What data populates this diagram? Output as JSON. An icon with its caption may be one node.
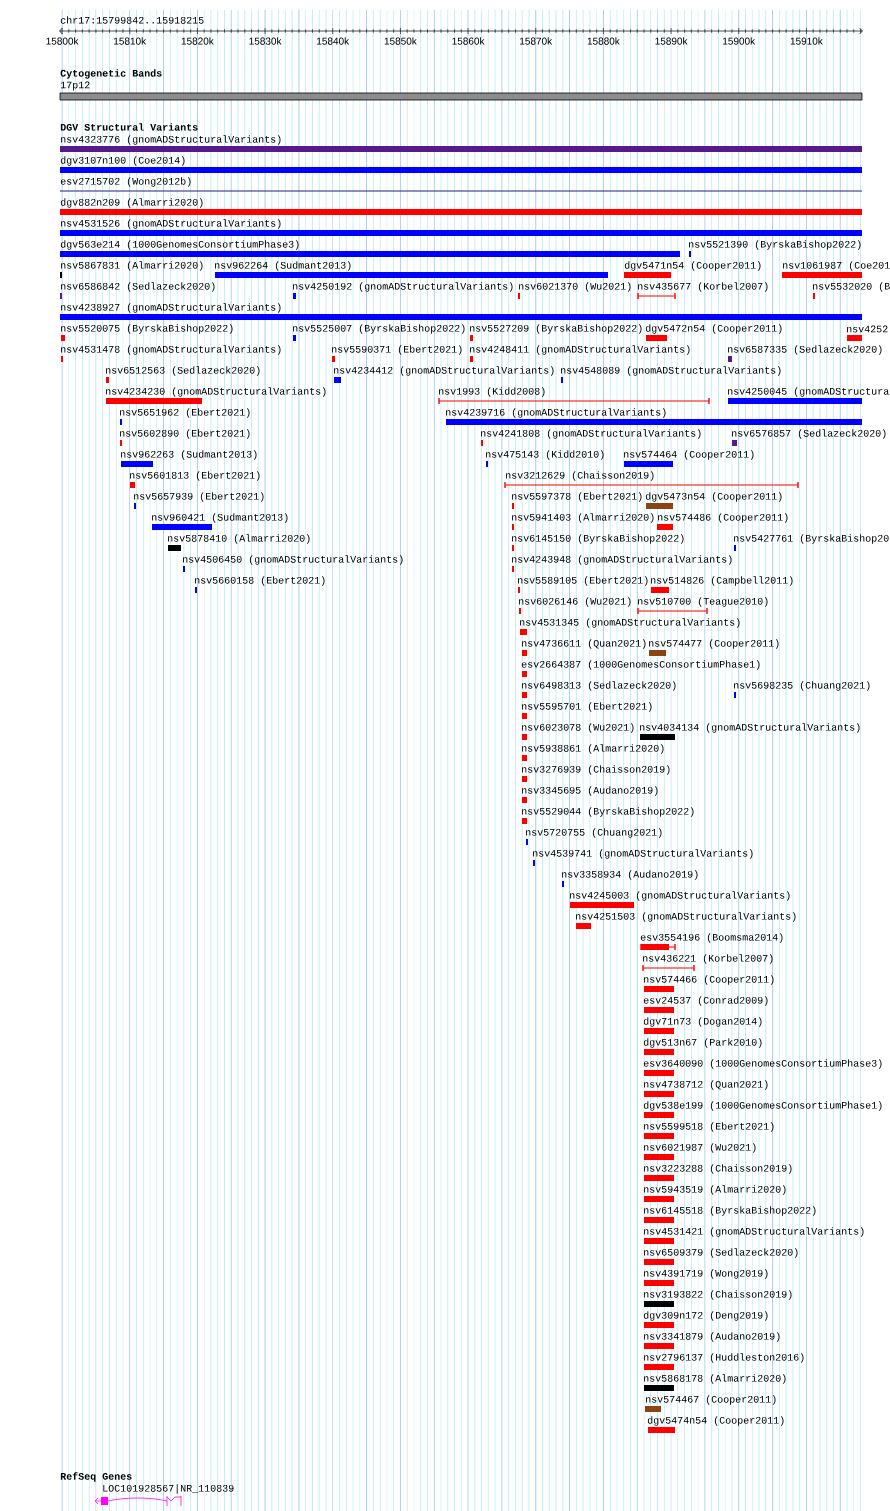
{
  "diagram": {
    "labels": [
      "chr17:15799842..15918215",
      "15800k",
      "15810k",
      "15820k",
      "15830k",
      "15840k",
      "15850k",
      "15860k",
      "15870k",
      "15880k",
      "15890k",
      "15900k",
      "15910k",
      "Cytogenetic Bands",
      "17p12",
      "DGV Structural Variants",
      "nsv4323776 (gnomADStructuralVariants)",
      "dgv3107n100 (Coe2014)",
      "esv2715702 (Wong2012b)",
      "dgv882n209 (Almarri2020)",
      "nsv4531526 (gnomADStructuralVariants)",
      "dgv563e214 (1000GenomesConsortiumPhase3)",
      "nsv5521390 (ByrskaBishop2022)",
      "nsv5867831 (Almarri2020)",
      "nsv962264 (Sudmant2013)",
      "dgv5471n54 (Cooper2011)",
      "nsv1061987 (Coe201",
      "nsv6586842 (Sedlazeck2020)",
      "nsv4250192 (gnomADStructuralVariants)",
      "nsv6021370 (Wu2021)",
      "nsv435677 (Korbel2007)",
      "nsv5532020 (B",
      "nsv4238927 (gnomADStructuralVariants)",
      "nsv5520075 (ByrskaBishop2022)",
      "nsv5525007 (ByrskaBishop2022)",
      "nsv5527209 (ByrskaBishop2022)",
      "dgv5472n54 (Cooper2011)",
      "nsv4252",
      "nsv4531478 (gnomADStructuralVariants)",
      "nsv5590371 (Ebert2021)",
      "nsv4248411 (gnomADStructuralVariants)",
      "nsv6587335 (Sedlazeck2020)",
      "nsv6512563 (Sedlazeck2020)",
      "nsv4234412 (gnomADStructuralVariants)",
      "nsv4548089 (gnomADStructuralVariants)",
      "nsv4234230 (gnomADStructuralVariants)",
      "nsv1993 (Kidd2008)",
      "nsv4250045 (gnomADStructura",
      "nsv5651962 (Ebert2021)",
      "nsv4239716 (gnomADStructuralVariants)",
      "nsv5602890 (Ebert2021)",
      "nsv4241808 (gnomADStructuralVariants)",
      "nsv6576857 (Sedlazeck2020)",
      "nsv962263 (Sudmant2013)",
      "nsv475143 (Kidd2010)",
      "nsv574464 (Cooper2011)",
      "nsv5601813 (Ebert2021)",
      "nsv3212629 (Chaisson2019)",
      "nsv5657939 (Ebert2021)",
      "nsv5597378 (Ebert2021)",
      "dgv5473n54 (Cooper2011)",
      "nsv960421 (Sudmant2013)",
      "nsv5941403 (Almarri2020)",
      "nsv574486 (Cooper2011)",
      "nsv5878410 (Almarri2020)",
      "nsv6145150 (ByrskaBishop2022)",
      "nsv5427761 (ByrskaBishop20",
      "nsv4506450 (gnomADStructuralVariants)",
      "nsv4243948 (gnomADStructuralVariants)",
      "nsv5660158 (Ebert2021)",
      "nsv5589105 (Ebert2021)",
      "nsv514826 (Campbell2011)",
      "nsv6026146 (Wu2021)",
      "nsv510700 (Teague2010)",
      "nsv4531345 (gnomADStructuralVariants)",
      "nsv4736611 (Quan2021)",
      "nsv574477 (Cooper2011)",
      "esv2664387 (1000GenomesConsortiumPhase1)",
      "nsv6498313 (Sedlazeck2020)",
      "nsv5698235 (Chuang2021)",
      "nsv5595701 (Ebert2021)",
      "nsv6023078 (Wu2021)",
      "nsv4034134 (gnomADStructuralVariants)",
      "nsv5938861 (Almarri2020)",
      "nsv3276939 (Chaisson2019)",
      "nsv3345695 (Audano2019)",
      "nsv5529044 (ByrskaBishop2022)",
      "nsv5720755 (Chuang2021)",
      "nsv4539741 (gnomADStructuralVariants)",
      "nsv3358934 (Audano2019)",
      "nsv4245003 (gnomADStructuralVariants)",
      "nsv4251503 (gnomADStructuralVariants)",
      "esv3554196 (Boomsma2014)",
      "nsv436221 (Korbel2007)",
      "nsv574466 (Cooper2011)",
      "esv24537 (Conrad2009)",
      "dgv71n73 (Dogan2014)",
      "dgv513n67 (Park2010)",
      "esv3640090 (1000GenomesConsortiumPhase3)",
      "nsv4738712 (Quan2021)",
      "dgv538e199 (1000GenomesConsortiumPhase1)",
      "nsv5599518 (Ebert2021)",
      "nsv6021987 (Wu2021)",
      "nsv3223288 (Chaisson2019)",
      "nsv5943519 (Almarri2020)",
      "nsv6145518 (ByrskaBishop2022)",
      "nsv4531421 (gnomADStructuralVariants)",
      "nsv6509379 (Sedlazeck2020)",
      "nsv4391719 (Wong2019)",
      "nsv3193822 (Chaisson2019)",
      "dgv309n172 (Deng2019)",
      "nsv3341879 (Audano2019)",
      "nsv2796137 (Huddleston2016)",
      "nsv5868178 (Almarri2020)",
      "nsv574467 (Cooper2011)",
      "dgv5474n54 (Cooper2011)",
      "RefSeq Genes",
      "LOC101928567|NR_110839"
    ]
  }
}
